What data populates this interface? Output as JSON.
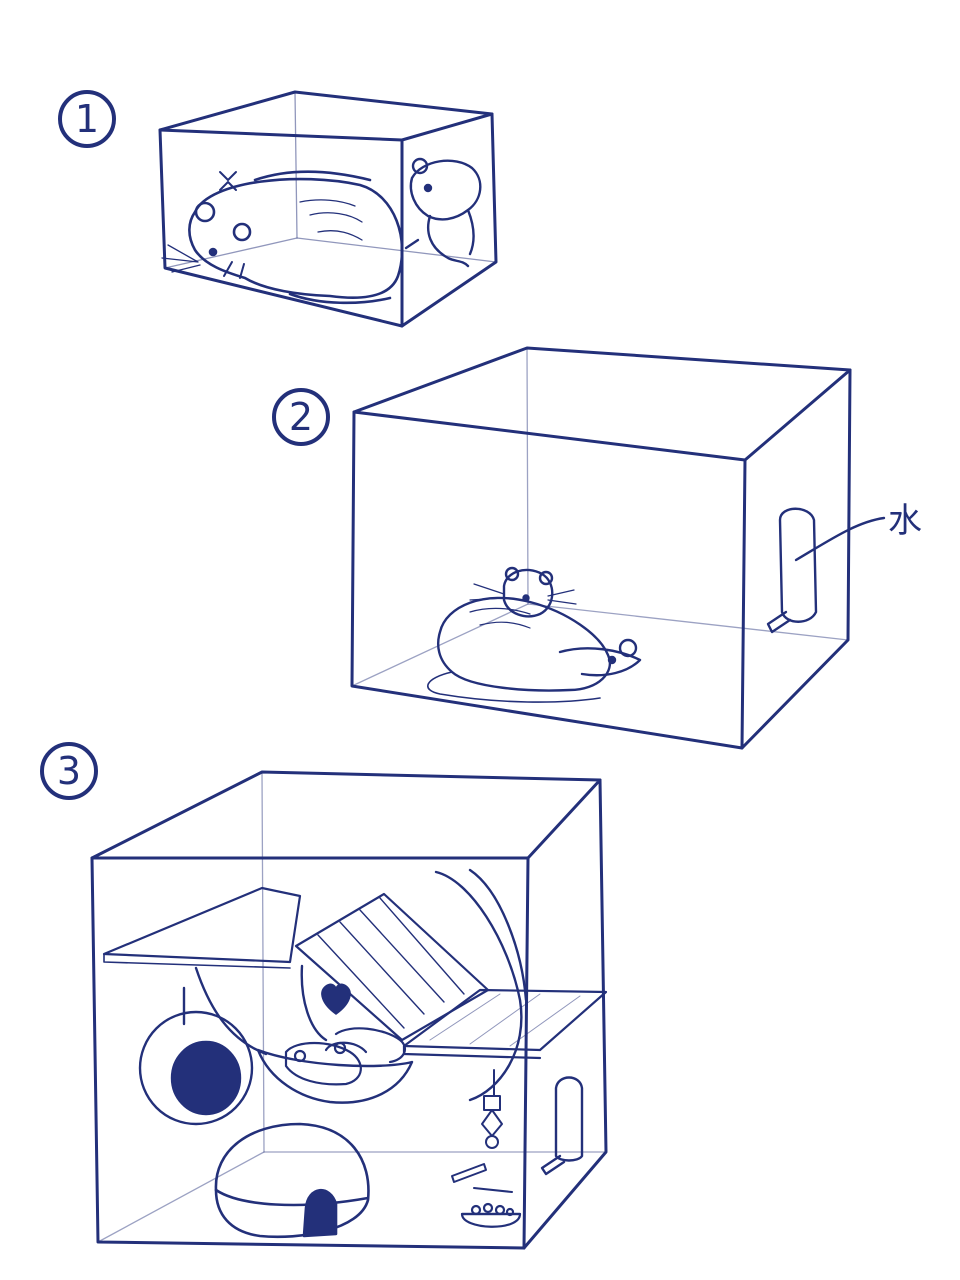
{
  "ink_color": "#23307a",
  "paper_color": "#ffffff",
  "panels": [
    {
      "number": "1"
    },
    {
      "number": "2",
      "annotation": "水"
    },
    {
      "number": "3"
    }
  ]
}
